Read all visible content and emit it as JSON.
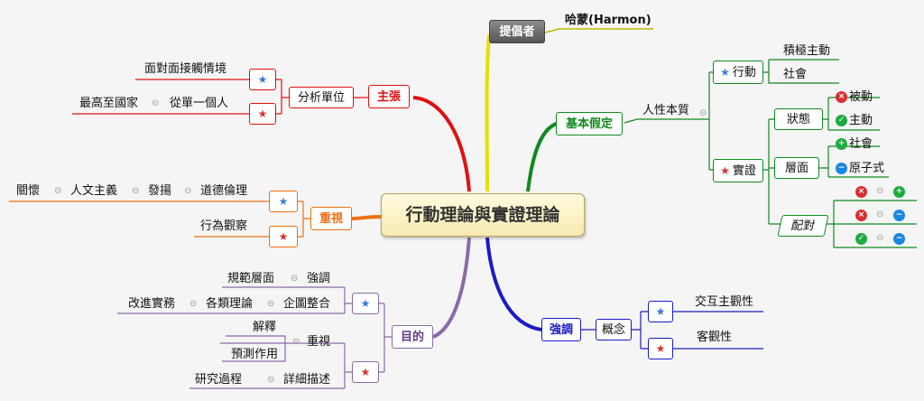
{
  "central": "行動理論與實證理論",
  "presenter": {
    "label": "提倡者",
    "name": "哈蒙(Harmon)"
  },
  "basic": {
    "label": "基本假定",
    "human_nature": "人性本質",
    "action": {
      "label": "行動",
      "children": [
        "積極主動",
        "社會"
      ]
    },
    "empirical": {
      "label": "實證",
      "state": {
        "label": "狀態",
        "children": [
          "被動",
          "主動"
        ]
      },
      "level": {
        "label": "層面",
        "children": [
          "社會",
          "原子式"
        ]
      },
      "pair": {
        "label": "配對"
      }
    }
  },
  "emphasis": {
    "label": "強調",
    "concept": "概念",
    "items": [
      "交互主觀性",
      "客觀性"
    ]
  },
  "claim": {
    "label": "主張",
    "unit": "分析單位",
    "a": "面對面接觸情境",
    "b_from": "從單一個人",
    "b_to": "最高至國家"
  },
  "value": {
    "label": "重視",
    "ethics": "道德倫理",
    "promote": "發揚",
    "humanism": "人文主義",
    "care": "關懷",
    "behavior": "行為觀察"
  },
  "purpose": {
    "label": "目的",
    "emph": "強調",
    "norm": "規範層面",
    "integrate": "企圖整合",
    "theories": "各類理論",
    "improve": "改進實務",
    "value": "重視",
    "explain": "解釋",
    "predict": "預測作用",
    "detail": "詳細描述",
    "research": "研究過程"
  },
  "colors": {
    "presenter": "#ddd800",
    "basic": "#0f8a1f",
    "emphasis": "#1a1ac8",
    "claim": "#e01010",
    "value": "#ee7010",
    "purpose": "#8a6aa8",
    "star_blue": "#3a7ad8",
    "star_red": "#d83030"
  }
}
